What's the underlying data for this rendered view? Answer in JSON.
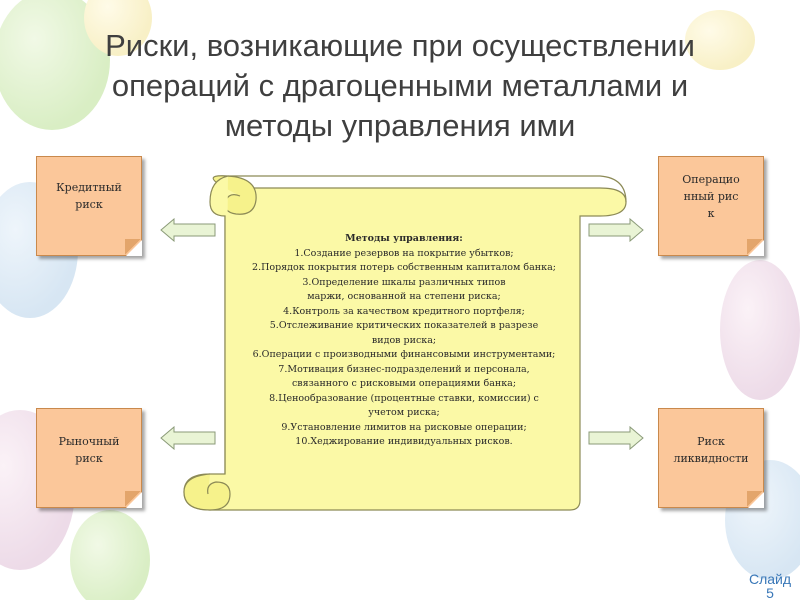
{
  "slide": {
    "title_lines": [
      "Риски, возникающие при осуществлении",
      "операций с драгоценными металлами и",
      "методы управления ими"
    ],
    "number_label": "Слайд",
    "number_value": "5"
  },
  "risks": {
    "credit": "Кредитный риск",
    "operational": "Операционный риск",
    "market": "Рыночный риск",
    "liquidity": "Риск ликвидности"
  },
  "methods": {
    "title": "Методы управления:",
    "items": [
      "1.Создание резервов на покрытие убытков;",
      "2.Порядок покрытия потерь собственным капиталом банка;",
      "3.Определение шкалы различных типов маржи, основанной на степени риска;",
      "4.Контроль за качеством кредитного портфеля;",
      "5.Отслеживание критических показателей в разрезе видов риска;",
      "6.Операции с производными финансовыми инструментами;",
      "7.Мотивация бизнес-подразделений и персонала, связанного с рисковыми операциями банка;",
      "8.Ценообразование (процентные ставки, комиссии) с учетом риска;",
      "9.Установление лимитов на рисковые операции;",
      "10.Хеджирование индивидуальных рисков."
    ]
  },
  "colors": {
    "risk_box_fill": "#fbc79a",
    "scroll_fill": "#fbf9a6",
    "arrow_fill": "#e9f4d5",
    "slide_number": "#3a78b8"
  }
}
